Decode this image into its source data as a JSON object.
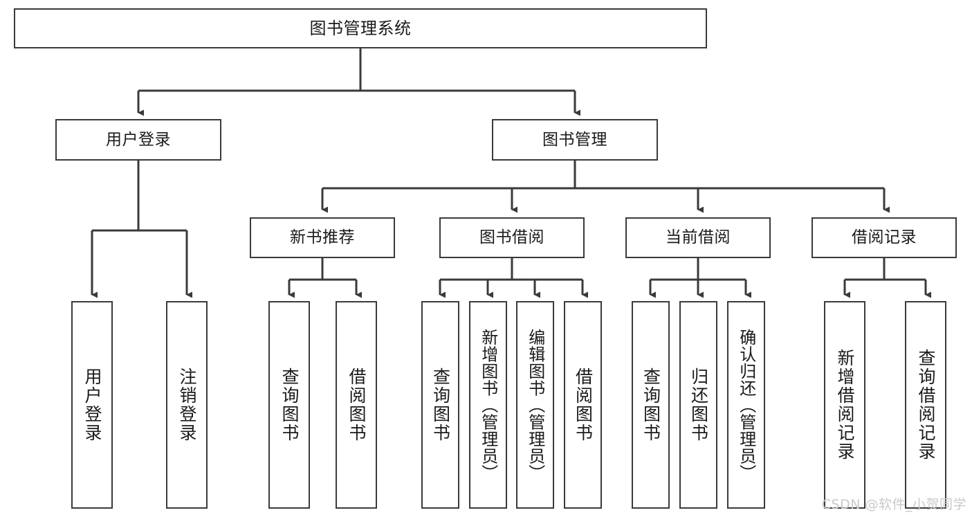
{
  "diagram": {
    "title": "图书管理系统",
    "type": "tree-hierarchy",
    "root": {
      "label": "图书管理系统"
    },
    "level2": [
      {
        "label": "用户登录"
      },
      {
        "label": "图书管理"
      }
    ],
    "level3": [
      {
        "label": "新书推荐"
      },
      {
        "label": "图书借阅"
      },
      {
        "label": "当前借阅"
      },
      {
        "label": "借阅记录"
      }
    ],
    "leaves": {
      "user_login": [
        {
          "label": "用户登录"
        },
        {
          "label": "注销登录"
        }
      ],
      "new_book_recommend": [
        {
          "label": "查询图书"
        },
        {
          "label": "借阅图书"
        }
      ],
      "book_borrow": [
        {
          "label": "查询图书"
        },
        {
          "label": "新增图书（管理员）"
        },
        {
          "label": "编辑图书（管理员）"
        },
        {
          "label": "借阅图书"
        }
      ],
      "current_borrow": [
        {
          "label": "查询图书"
        },
        {
          "label": "归还图书"
        },
        {
          "label": "确认归还（管理员）"
        }
      ],
      "borrow_record": [
        {
          "label": "新增借阅记录"
        },
        {
          "label": "查询借阅记录"
        }
      ]
    }
  },
  "watermark": {
    "text": "CSDN @软件_小贺同学"
  },
  "colors": {
    "stroke": "#3a3a3a",
    "text": "#1a1a1a",
    "background": "#ffffff",
    "watermark": "#c9c9c9"
  }
}
